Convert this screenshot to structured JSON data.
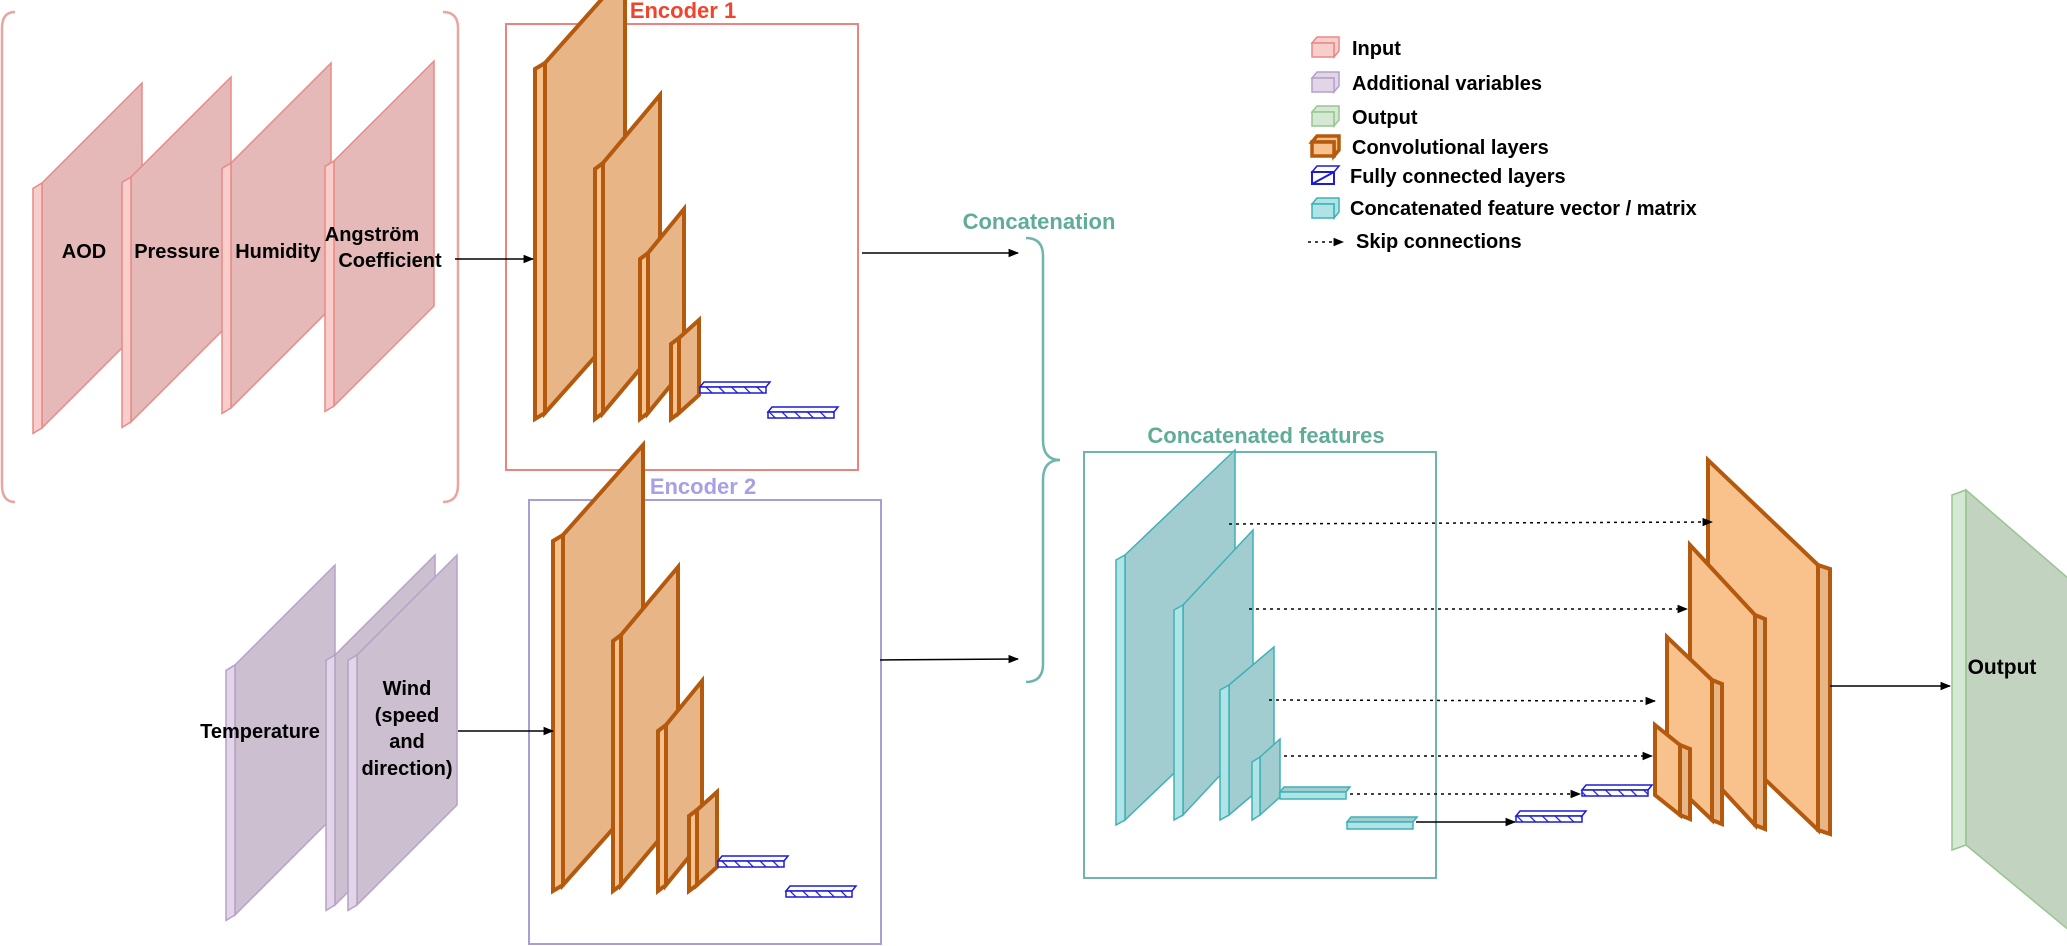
{
  "encoder1": {
    "title": "Encoder 1",
    "inputs": [
      "AOD",
      "Pressure",
      "Humidity",
      "Angström",
      "Coefficient"
    ]
  },
  "encoder2": {
    "title": "Encoder 2",
    "inputs": [
      "Temperature",
      "Wind",
      "(speed",
      "and",
      "direction)"
    ]
  },
  "concatenation": {
    "label": "Concatenation"
  },
  "concatenated_features": {
    "title": "Concatenated features"
  },
  "output": {
    "label": "Output"
  },
  "legend": {
    "items": [
      {
        "label": "Input",
        "icon": "input-block-icon"
      },
      {
        "label": "Additional variables",
        "icon": "additional-variables-block-icon"
      },
      {
        "label": "Output",
        "icon": "output-block-icon"
      },
      {
        "label": "Convolutional layers",
        "icon": "conv-layer-block-icon"
      },
      {
        "label": "Fully connected layers",
        "icon": "fc-layer-block-icon"
      },
      {
        "label": "Concatenated feature vector / matrix",
        "icon": "concat-block-icon"
      },
      {
        "label": "Skip connections",
        "icon": "dotted-arrow-icon"
      }
    ]
  },
  "colors": {
    "input_fill": "#f8cecc",
    "input_stroke": "#e88a86",
    "input_side": "#e4b9b8",
    "additional_fill": "#e1d5e7",
    "additional_stroke": "#b6a1c9",
    "additional_side": "#cbbfd0",
    "output_fill": "#d5e8d4",
    "output_stroke": "#97c68f",
    "output_side": "#c2d3c0",
    "conv_fill": "#f9c28d",
    "conv_side": "#e8b586",
    "conv_stroke": "#b45a0f",
    "fc_stroke": "#1c1cd8",
    "concat_fill": "#b0e3e6",
    "concat_side": "#a1cdd0",
    "concat_stroke": "#3fb1b6",
    "encoder1_title": "#f0442c",
    "encoder1_frame": "#e9847e",
    "encoder2_title": "#a7a0e4",
    "encoder2_frame": "#a79ed6",
    "concat_title": "#5fac98",
    "concat_frame": "#6eb6ad"
  }
}
